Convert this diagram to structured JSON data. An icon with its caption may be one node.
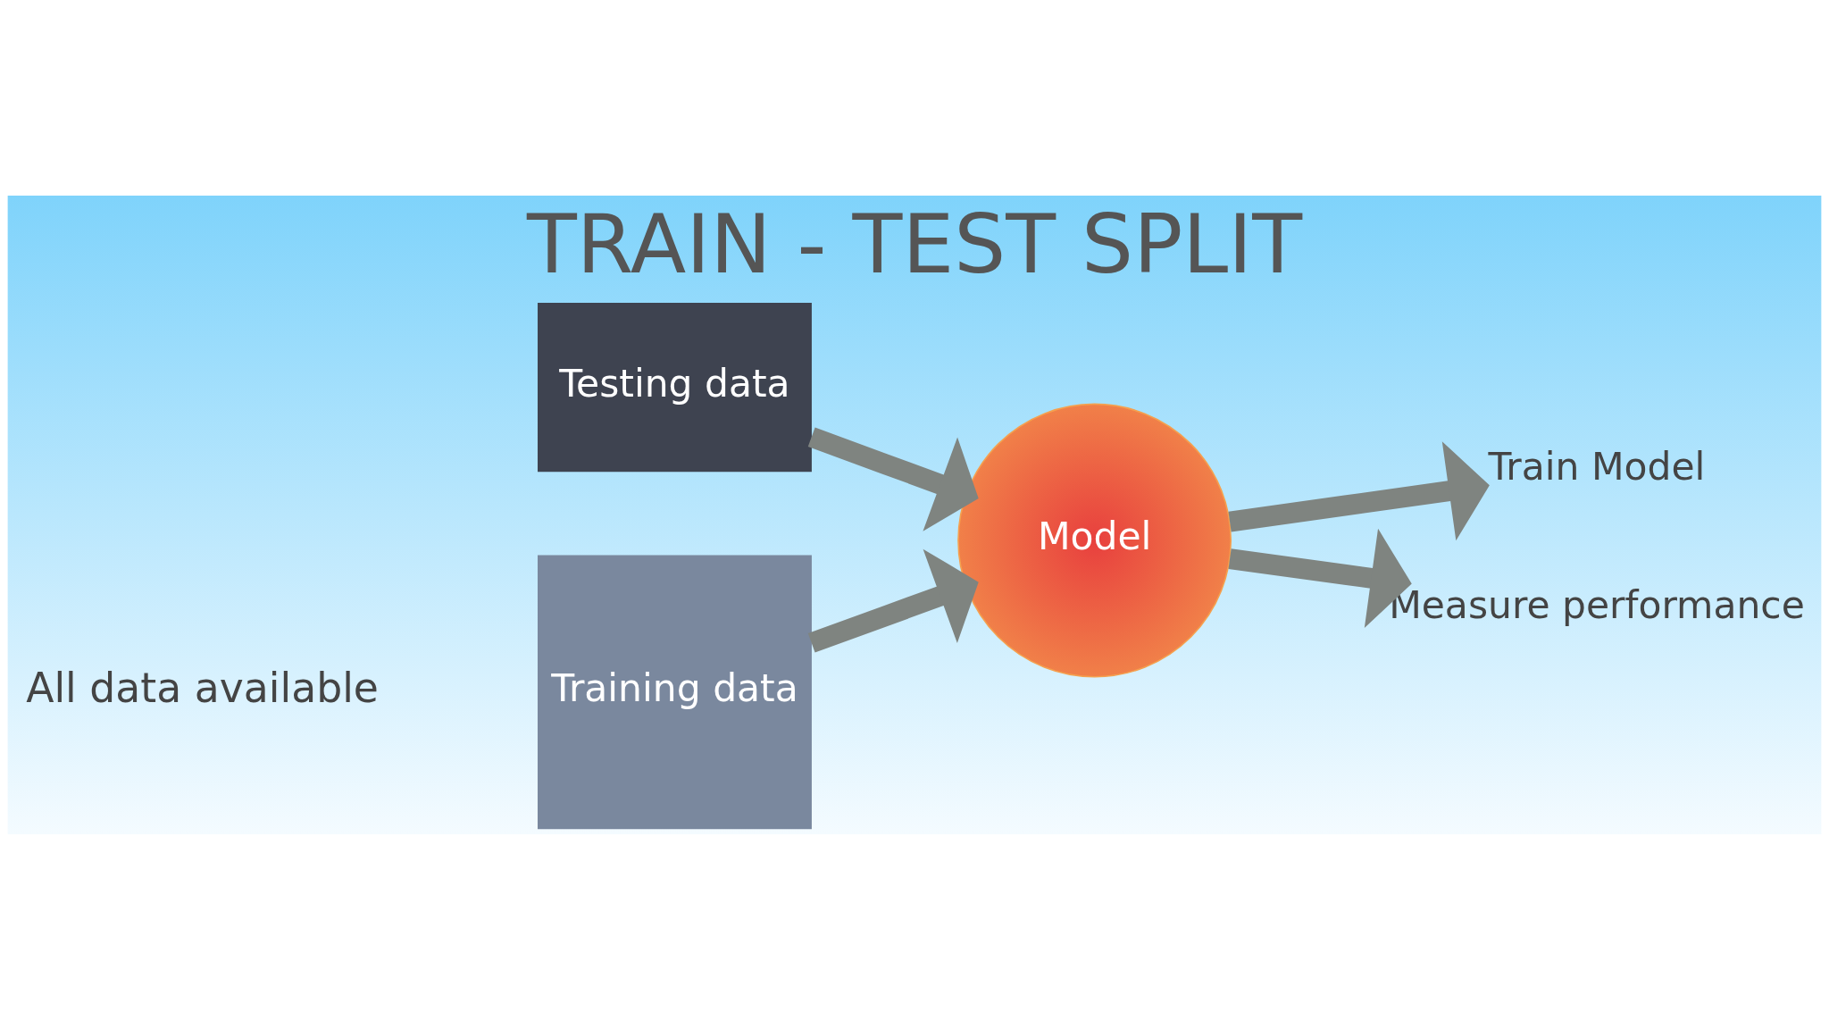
{
  "diagram": {
    "title": "TRAIN - TEST SPLIT",
    "nodes": [
      {
        "text": [
          "Training data"
        ]
      },
      {
        "text": [
          "Testing data"
        ]
      },
      {
        "text": [
          "Model"
        ]
      },
      {
        "text": [
          "Train Model"
        ]
      },
      {
        "text": [
          "Measure performance"
        ]
      }
    ],
    "edges": [
      {
        "from": 0,
        "to": 2,
        "arrow": "to"
      },
      {
        "from": 1,
        "to": 2,
        "arrow": "to"
      },
      {
        "from": 2,
        "to": 3,
        "arrow": "to"
      },
      {
        "from": 2,
        "to": 4,
        "arrow": "to"
      }
    ],
    "labels": [
      "All data available"
    ]
  }
}
